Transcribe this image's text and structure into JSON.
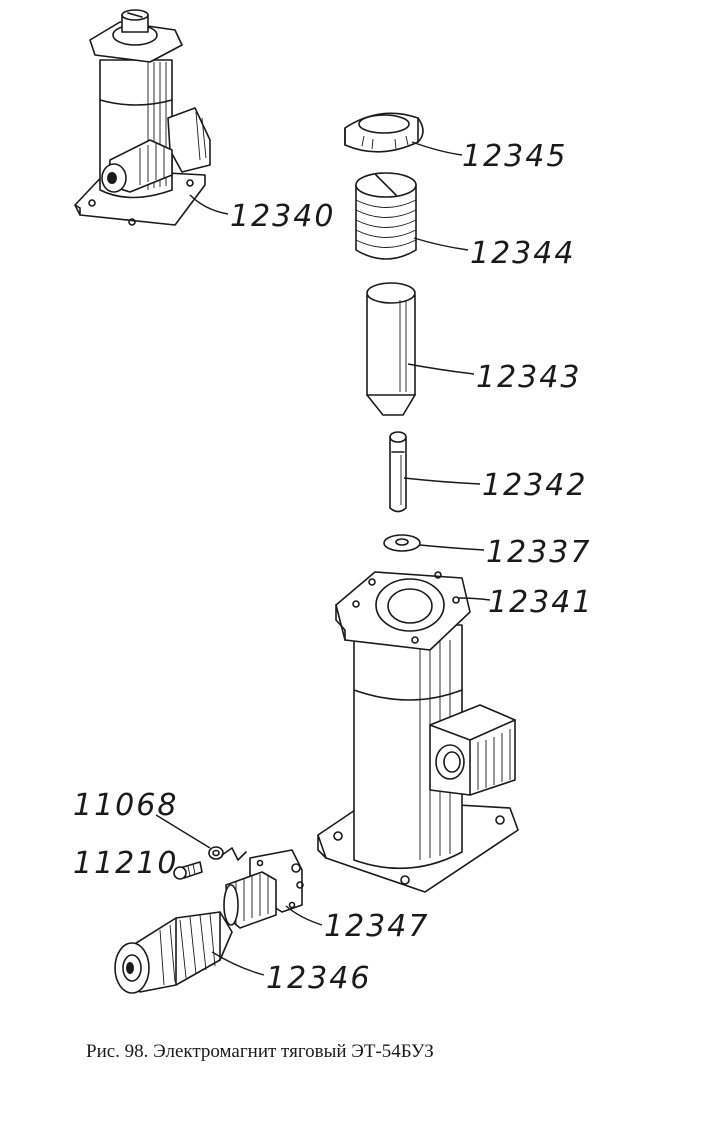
{
  "figure": {
    "caption": "Рис. 98. Электромагнит тяговый ЭТ-54БУЗ",
    "labels": {
      "p12340": "12340",
      "p12345": "12345",
      "p12344": "12344",
      "p12343": "12343",
      "p12342": "12342",
      "p12337": "12337",
      "p12341": "12341",
      "p11068": "11068",
      "p11210": "11210",
      "p12347": "12347",
      "p12346": "12346"
    }
  }
}
